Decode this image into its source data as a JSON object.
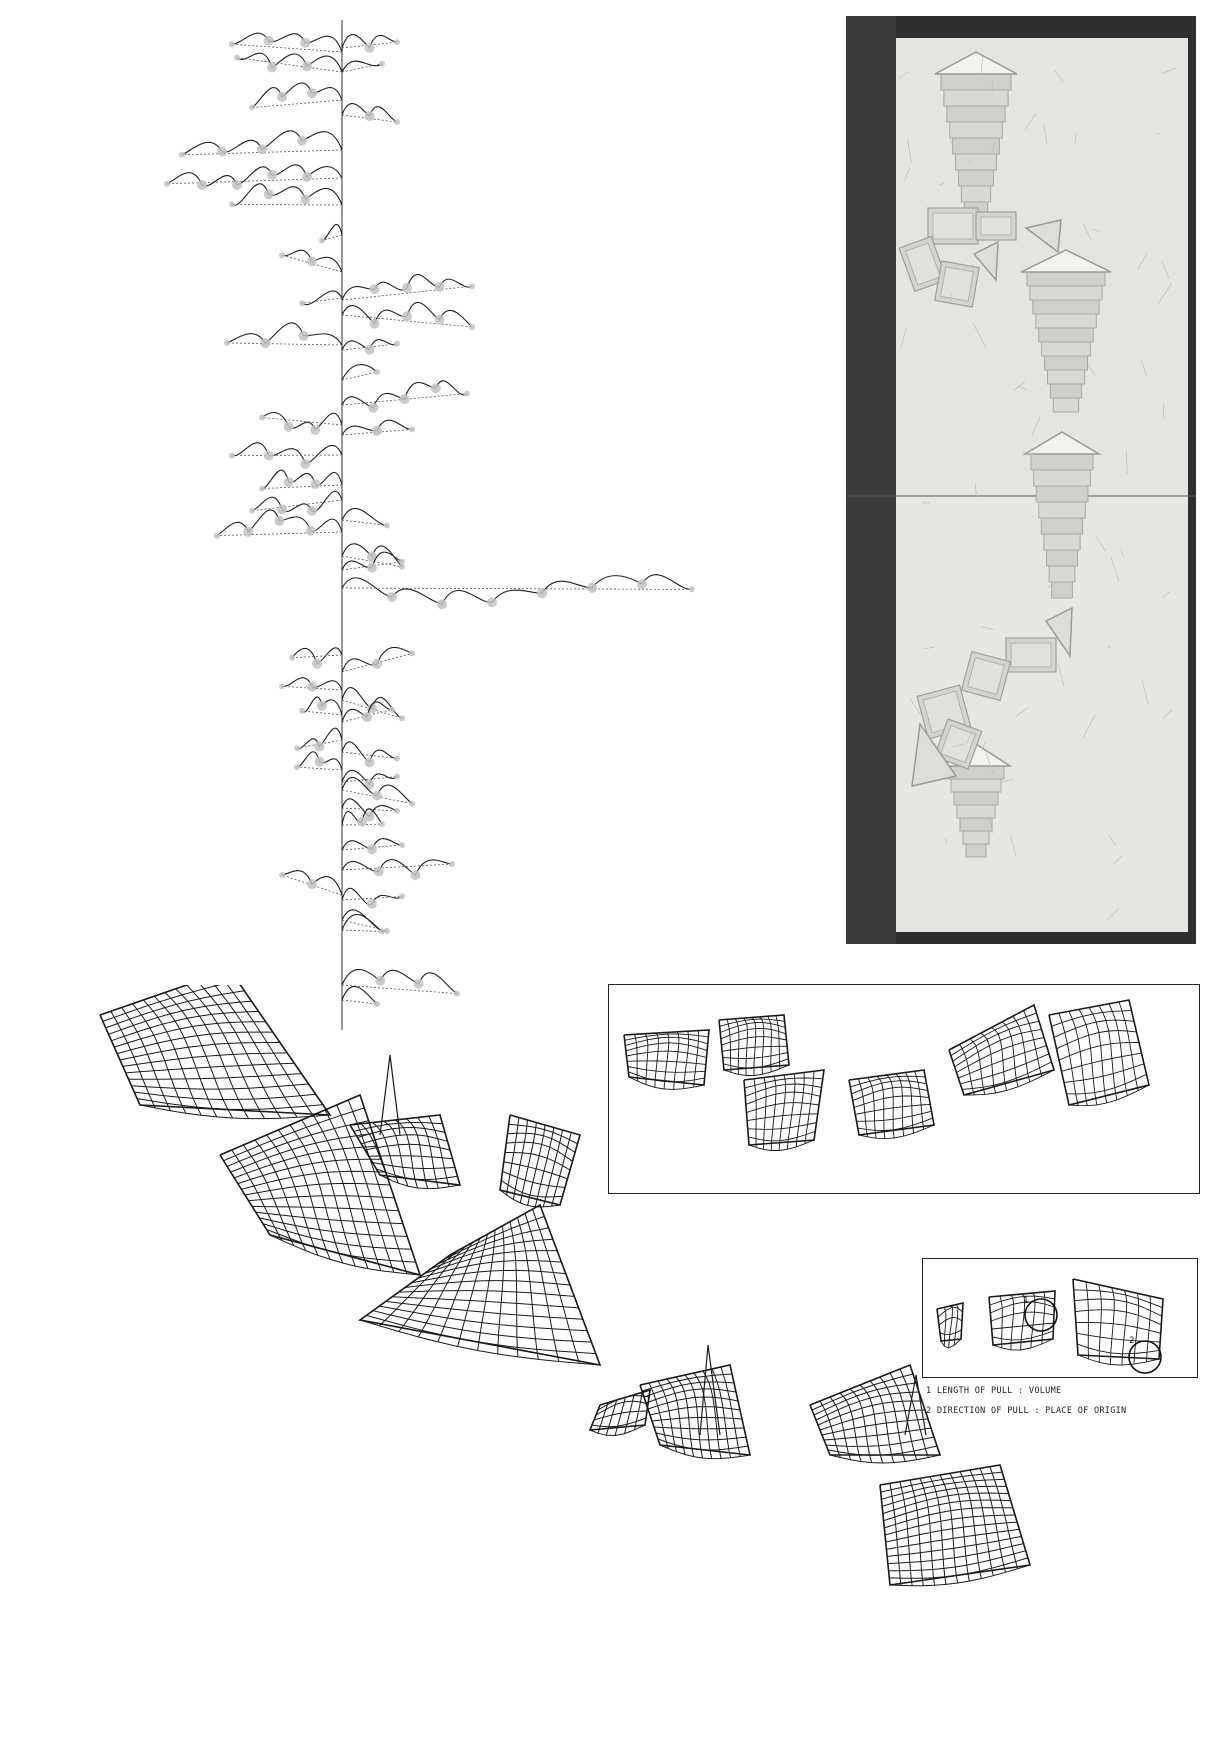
{
  "legend": {
    "item_1": "1  LENGTH OF PULL : VOLUME",
    "item_2": "2  DIRECTION OF PULL : PLACE OF ORIGIN"
  },
  "key": {
    "marker_1": "1",
    "marker_2": "2"
  },
  "colors": {
    "ink": "#1a1a1a",
    "node_grey": "#b8b8b8",
    "plaster": "#e6e6e2",
    "backdrop": "#2f2f2f"
  }
}
